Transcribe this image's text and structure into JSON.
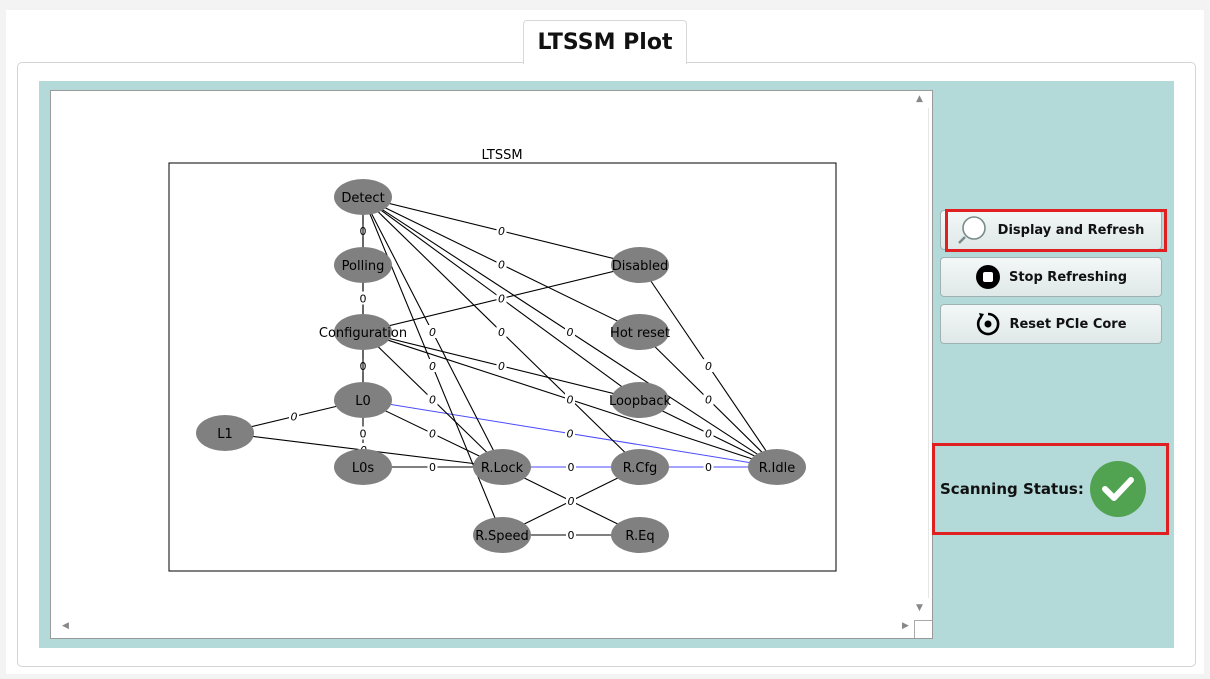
{
  "tab": {
    "title": "LTSSM Plot"
  },
  "graph": {
    "title": "LTSSM",
    "edge_label": "0",
    "node_color": "#808080",
    "edge_color": "#000000",
    "active_edge_color": "#4a4aff",
    "nodes": [
      {
        "id": "Detect",
        "label": "Detect"
      },
      {
        "id": "Polling",
        "label": "Polling"
      },
      {
        "id": "Configuration",
        "label": "Configuration"
      },
      {
        "id": "L0",
        "label": "L0"
      },
      {
        "id": "L1",
        "label": "L1"
      },
      {
        "id": "L0s",
        "label": "L0s"
      },
      {
        "id": "RLock",
        "label": "R.Lock"
      },
      {
        "id": "RCfg",
        "label": "R.Cfg"
      },
      {
        "id": "RIdle",
        "label": "R.Idle"
      },
      {
        "id": "RSpeed",
        "label": "R.Speed"
      },
      {
        "id": "REq",
        "label": "R.Eq"
      },
      {
        "id": "Disabled",
        "label": "Disabled"
      },
      {
        "id": "HotReset",
        "label": "Hot reset"
      },
      {
        "id": "Loopback",
        "label": "Loopback"
      }
    ],
    "edges": [
      {
        "from": "Detect",
        "to": "Polling"
      },
      {
        "from": "Polling",
        "to": "Configuration"
      },
      {
        "from": "Configuration",
        "to": "L0"
      },
      {
        "from": "L0",
        "to": "L0s"
      },
      {
        "from": "L0",
        "to": "L1"
      },
      {
        "from": "L1",
        "to": "RLock"
      },
      {
        "from": "L0s",
        "to": "RLock"
      },
      {
        "from": "RLock",
        "to": "RCfg",
        "active": true
      },
      {
        "from": "RCfg",
        "to": "RIdle",
        "active": true
      },
      {
        "from": "L0",
        "to": "RIdle",
        "active": true
      },
      {
        "from": "RSpeed",
        "to": "REq"
      },
      {
        "from": "RLock",
        "to": "REq"
      },
      {
        "from": "RSpeed",
        "to": "RCfg"
      },
      {
        "from": "Detect",
        "to": "Disabled"
      },
      {
        "from": "Detect",
        "to": "HotReset"
      },
      {
        "from": "Detect",
        "to": "Loopback"
      },
      {
        "from": "Detect",
        "to": "RIdle"
      },
      {
        "from": "Detect",
        "to": "RCfg"
      },
      {
        "from": "Detect",
        "to": "RLock"
      },
      {
        "from": "Detect",
        "to": "RSpeed"
      },
      {
        "from": "Detect",
        "to": "L0"
      },
      {
        "from": "Configuration",
        "to": "Disabled"
      },
      {
        "from": "Configuration",
        "to": "Loopback"
      },
      {
        "from": "Configuration",
        "to": "RIdle"
      },
      {
        "from": "Configuration",
        "to": "RLock"
      },
      {
        "from": "Disabled",
        "to": "RIdle"
      },
      {
        "from": "HotReset",
        "to": "RIdle"
      },
      {
        "from": "Loopback",
        "to": "RIdle"
      },
      {
        "from": "L0",
        "to": "RLock"
      }
    ]
  },
  "buttons": {
    "display_refresh": "Display and Refresh",
    "stop_refreshing": "Stop Refreshing",
    "reset_pcie": "Reset PCIe Core"
  },
  "status": {
    "label": "Scanning Status:",
    "state_icon": "check-circle-icon",
    "state_color": "#51a352"
  },
  "icons": {
    "display_refresh": "magnifier-icon",
    "stop_refreshing": "stop-icon",
    "reset_pcie": "reset-icon"
  }
}
